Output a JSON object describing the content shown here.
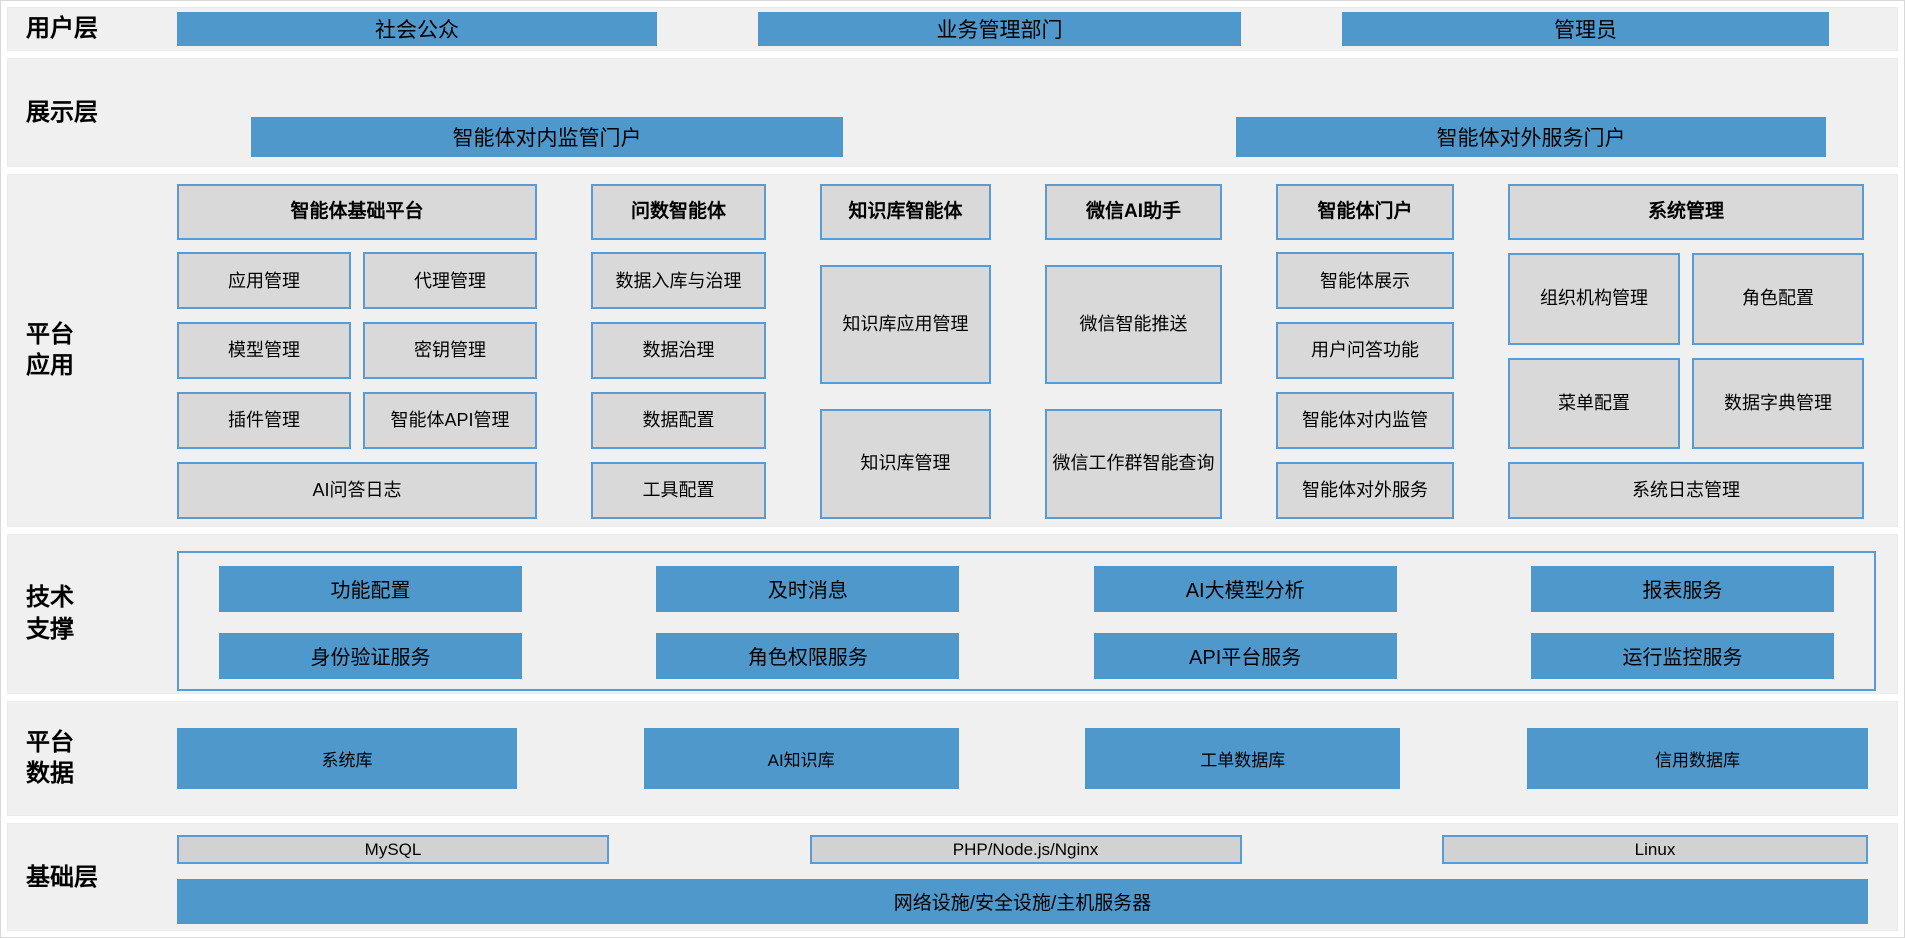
{
  "colors": {
    "blue_fill": "#4F98CC",
    "blue_border": "#5B9BD5",
    "gray_box": "#D9D9D9",
    "band_background": "#F0F0F0"
  },
  "user_layer": {
    "label": "用户层",
    "items": [
      "社会公众",
      "业务管理部门",
      "管理员"
    ]
  },
  "display_layer": {
    "label": "展示层",
    "items": [
      "智能体对内监管门户",
      "智能体对外服务门户"
    ]
  },
  "platform_app_layer": {
    "label_line1": "平台",
    "label_line2": "应用",
    "groups": [
      {
        "title": "智能体基础平台",
        "cells": [
          "应用管理",
          "代理管理",
          "模型管理",
          "密钥管理",
          "插件管理",
          "智能体API管理"
        ],
        "footer": "AI问答日志"
      },
      {
        "title": "问数智能体",
        "items": [
          "数据入库与治理",
          "数据治理",
          "数据配置",
          "工具配置"
        ]
      },
      {
        "title": "知识库智能体",
        "items": [
          "知识库应用管理",
          "知识库管理"
        ]
      },
      {
        "title": "微信AI助手",
        "items": [
          "微信智能推送",
          "微信工作群智能查询"
        ]
      },
      {
        "title": "智能体门户",
        "items": [
          "智能体展示",
          "用户问答功能",
          "智能体对内监管",
          "智能体对外服务"
        ]
      },
      {
        "title": "系统管理",
        "cells": [
          "组织机构管理",
          "角色配置",
          "菜单配置",
          "数据字典管理"
        ],
        "footer": "系统日志管理"
      }
    ]
  },
  "tech_layer": {
    "label_line1": "技术",
    "label_line2": "支撑",
    "row1": [
      "功能配置",
      "及时消息",
      "AI大模型分析",
      "报表服务"
    ],
    "row2": [
      "身份验证服务",
      "角色权限服务",
      "API平台服务",
      "运行监控服务"
    ]
  },
  "data_layer": {
    "label_line1": "平台",
    "label_line2": "数据",
    "items": [
      "系统库",
      "AI知识库",
      "工单数据库",
      "信用数据库"
    ]
  },
  "base_layer": {
    "label": "基础层",
    "items": [
      "MySQL",
      "PHP/Node.js/Nginx",
      "Linux"
    ],
    "bar": "网络设施/安全设施/主机服务器"
  }
}
